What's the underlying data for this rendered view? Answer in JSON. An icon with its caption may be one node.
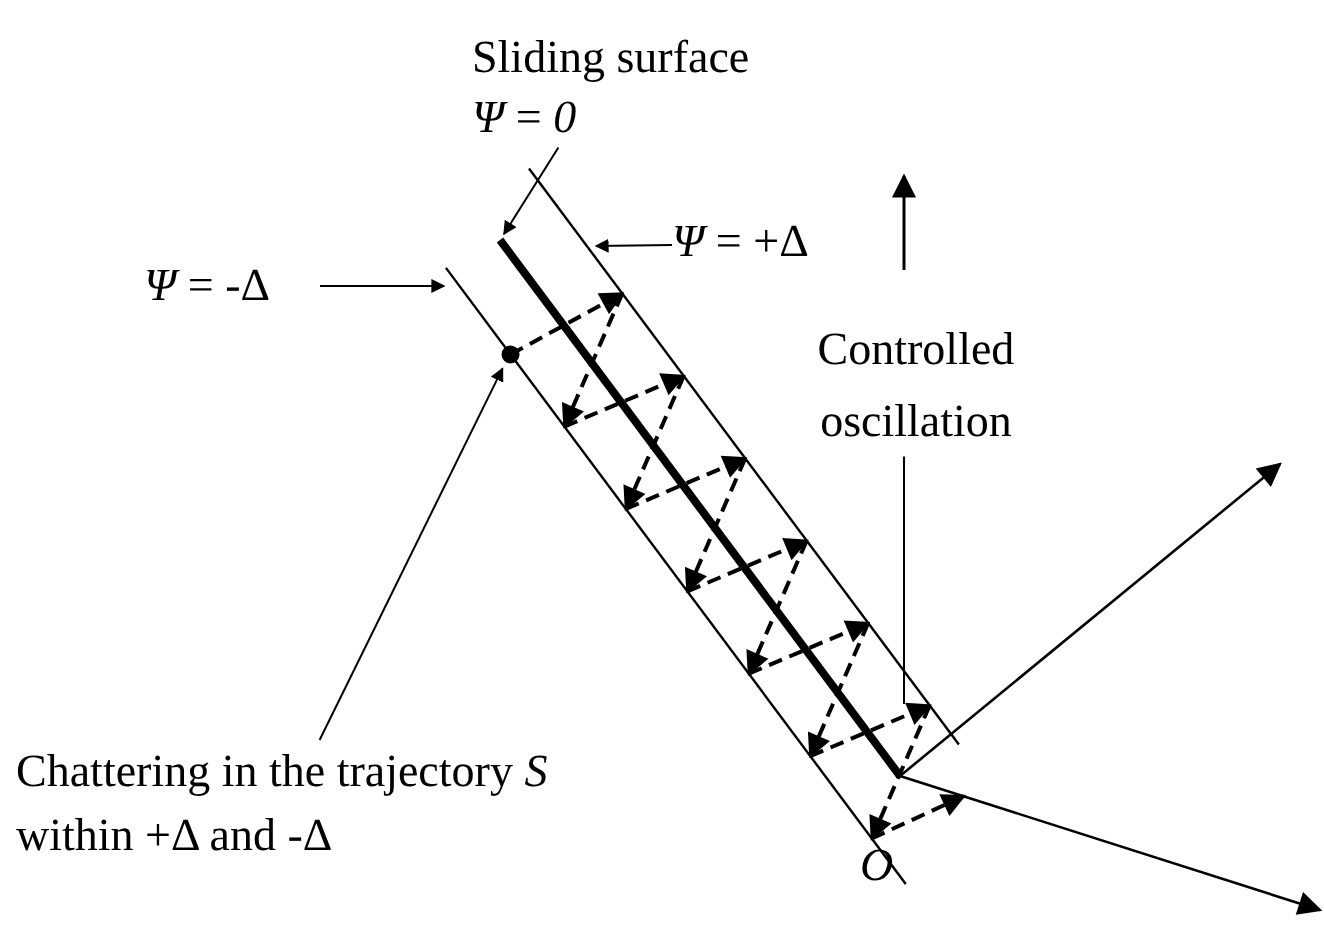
{
  "diagram": {
    "nodes": [
      {
        "text": [
          "Sliding surface",
          "*Ψ* = *0*"
        ]
      },
      {
        "text": [
          "*Ψ* = -Δ"
        ]
      },
      {
        "text": [
          "*Ψ* = +Δ"
        ]
      },
      {
        "text": [
          "Controlled oscillation"
        ]
      },
      {
        "text": [
          "Chattering in the trajectory *S* within +Δ and -Δ"
        ]
      }
    ],
    "edges": [
      {
        "from": 0,
        "to": null,
        "arrow": "to"
      },
      {
        "from": 1,
        "to": null,
        "arrow": "to"
      },
      {
        "from": 2,
        "to": null,
        "arrow": "to"
      },
      {
        "from": 3,
        "to": null,
        "arrow": "none"
      },
      {
        "from": 4,
        "to": null,
        "arrow": "to"
      }
    ],
    "labels": [
      "O"
    ]
  }
}
